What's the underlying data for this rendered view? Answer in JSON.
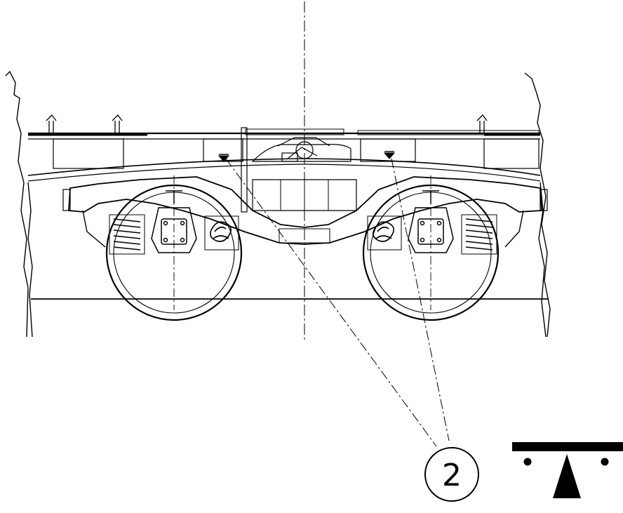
{
  "drawing": {
    "subject": "bogie-side-elevation",
    "line_color": "#000000",
    "background_color": "#ffffff"
  },
  "callouts": [
    {
      "label": "2",
      "target": "weighing-pad-left"
    },
    {
      "label": "2",
      "target": "weighing-pad-right"
    }
  ],
  "symbol": {
    "icon": "weighing-balance-symbol"
  }
}
